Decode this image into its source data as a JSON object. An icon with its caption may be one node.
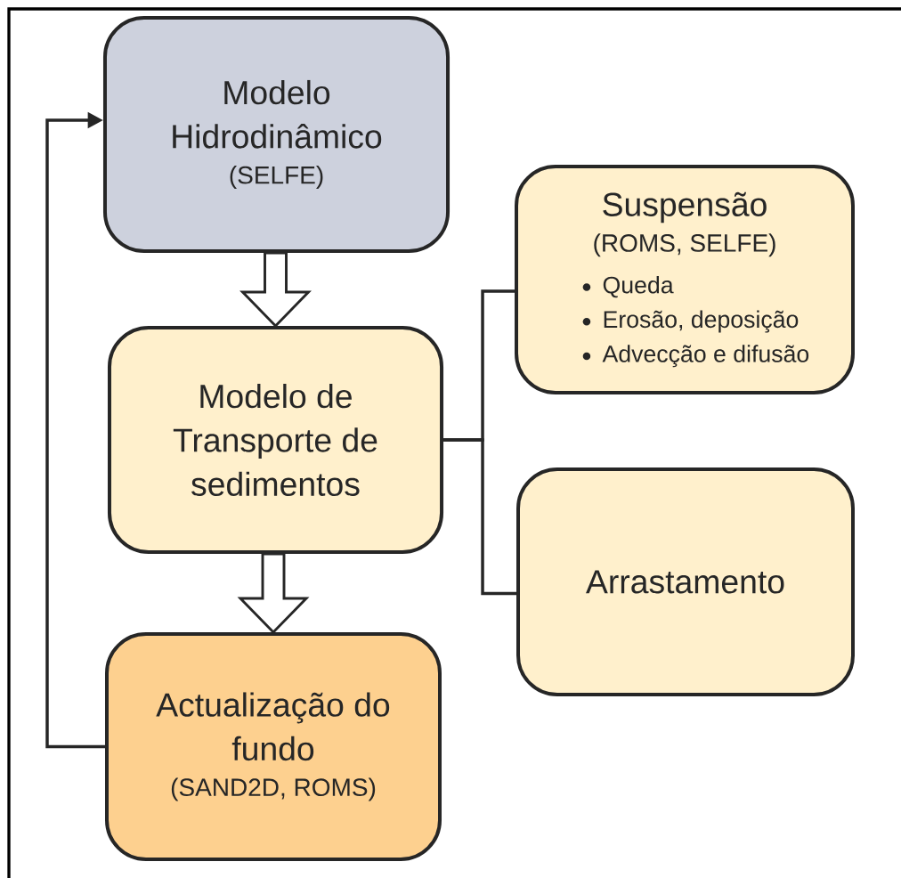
{
  "diagram": {
    "nodes": [
      {
        "text": [
          "Modelo Hidrodinâmico",
          "(SELFE)"
        ]
      },
      {
        "text": [
          "Modelo de Transporte de sedimentos"
        ]
      },
      {
        "text": [
          "Actualização do fundo",
          "(SAND2D, ROMS)"
        ]
      },
      {
        "text": [
          "Suspensão",
          "(ROMS, SELFE)",
          "Queda",
          "Erosão, deposição",
          "Advecção e difusão"
        ]
      },
      {
        "text": [
          "Arrastamento"
        ]
      }
    ],
    "edges": [
      {
        "from": 0,
        "to": 1,
        "arrow": "to",
        "style": "thick"
      },
      {
        "from": 1,
        "to": 2,
        "arrow": "to",
        "style": "thick"
      },
      {
        "from": 2,
        "to": 0,
        "arrow": "to"
      },
      {
        "from": 1,
        "to": 3,
        "arrow": "none"
      },
      {
        "from": 1,
        "to": 4,
        "arrow": "none"
      }
    ]
  }
}
